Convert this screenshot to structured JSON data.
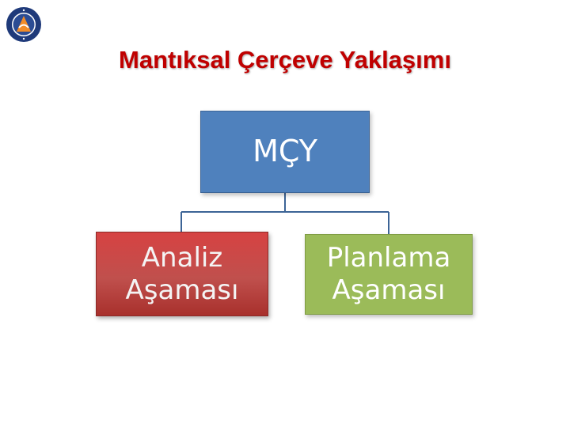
{
  "title": "Mantıksal Çerçeve Yaklaşımı",
  "logo": {
    "icon": "university-seal-icon",
    "colors": {
      "ring": "#1f3a7a",
      "center": "#ffffff",
      "accent": "#f28c28"
    }
  },
  "nodes": {
    "root": {
      "label": "MÇY",
      "color": "#4f81bd"
    },
    "left": {
      "line1": "Analiz",
      "line2": "Aşaması",
      "color": "#c0504d"
    },
    "right": {
      "line1": "Planlama",
      "line2": "Aşaması",
      "color": "#9bbb59"
    }
  },
  "connector_color": "#3c6496"
}
